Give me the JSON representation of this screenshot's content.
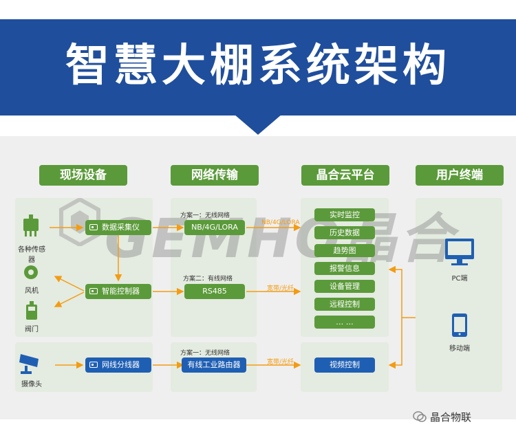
{
  "title": "智慧大棚系统架构",
  "columns": [
    "现场设备",
    "网络传输",
    "晶合云平台",
    "用户终端"
  ],
  "watermark": "GEMHO晶合",
  "field_devices": {
    "sensor": "各种传感器",
    "fan": "风机",
    "valve": "阀门",
    "camera": "摄像头"
  },
  "field_nodes": {
    "collector": "数据采集仪",
    "controller": "智能控制器",
    "splitter": "网线分线器"
  },
  "network": {
    "plan1_wireless": "方案一：无线网络",
    "nb": "NB/4G/LORA",
    "plan2_wired": "方案二：有线网络",
    "rs485": "RS485",
    "plan1_wireless_video": "方案一：无线网络",
    "router": "有线工业路由器"
  },
  "links": {
    "nb_link": "NB/4G/LORA",
    "broadband1": "宽带/光纤",
    "broadband2": "宽带/光纤"
  },
  "cloud_items": [
    "实时监控",
    "历史数据",
    "趋势图",
    "报警信息",
    "设备管理",
    "远程控制",
    "… …"
  ],
  "cloud_video": "视频控制",
  "terminals": {
    "pc": "PC端",
    "mobile": "移动端"
  },
  "account": "晶合物联",
  "colors": {
    "banner": "#1f4e9c",
    "green": "#5b9a3a",
    "blue": "#1f5fb3",
    "arrow": "#f39c12"
  }
}
